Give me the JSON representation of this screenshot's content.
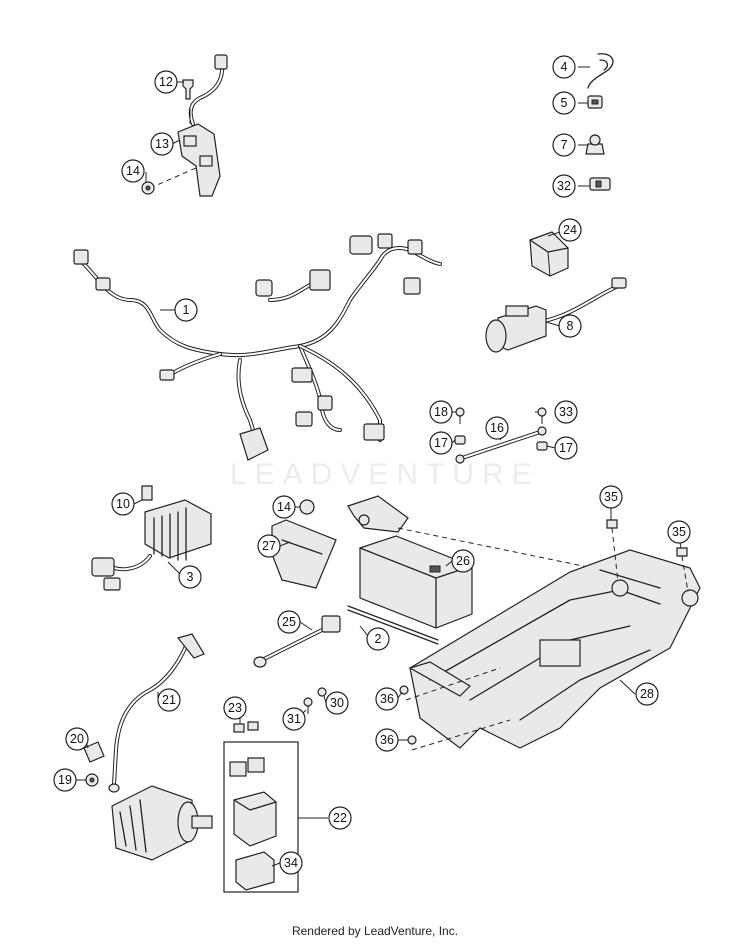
{
  "watermark_text": "LEADVENTURE",
  "footer": {
    "credit": "Rendered by LeadVenture, Inc."
  },
  "callouts": [
    {
      "id": "c12",
      "label": "12"
    },
    {
      "id": "c13",
      "label": "13"
    },
    {
      "id": "c14a",
      "label": "14"
    },
    {
      "id": "c4",
      "label": "4"
    },
    {
      "id": "c5",
      "label": "5"
    },
    {
      "id": "c7",
      "label": "7"
    },
    {
      "id": "c32",
      "label": "32"
    },
    {
      "id": "c24",
      "label": "24"
    },
    {
      "id": "c1",
      "label": "1"
    },
    {
      "id": "c8",
      "label": "8"
    },
    {
      "id": "c18",
      "label": "18"
    },
    {
      "id": "c33",
      "label": "33"
    },
    {
      "id": "c16",
      "label": "16"
    },
    {
      "id": "c17a",
      "label": "17"
    },
    {
      "id": "c17b",
      "label": "17"
    },
    {
      "id": "c10",
      "label": "10"
    },
    {
      "id": "c14b",
      "label": "14"
    },
    {
      "id": "c35a",
      "label": "35"
    },
    {
      "id": "c35b",
      "label": "35"
    },
    {
      "id": "c27",
      "label": "27"
    },
    {
      "id": "c26",
      "label": "26"
    },
    {
      "id": "c3",
      "label": "3"
    },
    {
      "id": "c25",
      "label": "25"
    },
    {
      "id": "c2",
      "label": "2"
    },
    {
      "id": "c21",
      "label": "21"
    },
    {
      "id": "c23",
      "label": "23"
    },
    {
      "id": "c31",
      "label": "31"
    },
    {
      "id": "c30",
      "label": "30"
    },
    {
      "id": "c36a",
      "label": "36"
    },
    {
      "id": "c28",
      "label": "28"
    },
    {
      "id": "c20",
      "label": "20"
    },
    {
      "id": "c36b",
      "label": "36"
    },
    {
      "id": "c19",
      "label": "19"
    },
    {
      "id": "c22",
      "label": "22"
    },
    {
      "id": "c34",
      "label": "34"
    }
  ]
}
